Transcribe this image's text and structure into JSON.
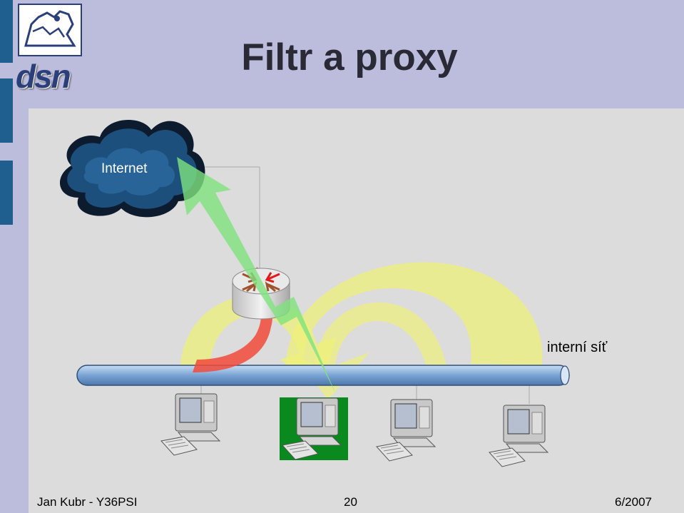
{
  "slide": {
    "title": "Filtr a proxy",
    "logo_text": "dsn"
  },
  "diagram": {
    "internet_label": "Internet",
    "network_label": "interní síť",
    "nodes": [
      "cloud-icon",
      "router-icon",
      "network-bus",
      "computer-icon",
      "computer-icon",
      "computer-icon",
      "computer-icon"
    ],
    "colors": {
      "bus": "#7aa4d4",
      "highlight": "#0a8a1e",
      "green_arrow": "#7ee27e",
      "red_arrow": "#f04a3a",
      "yellow_arrow": "#eef07a"
    }
  },
  "footer": {
    "author": "Jan Kubr - Y36PSI",
    "page": "20",
    "date": "6/2007"
  }
}
